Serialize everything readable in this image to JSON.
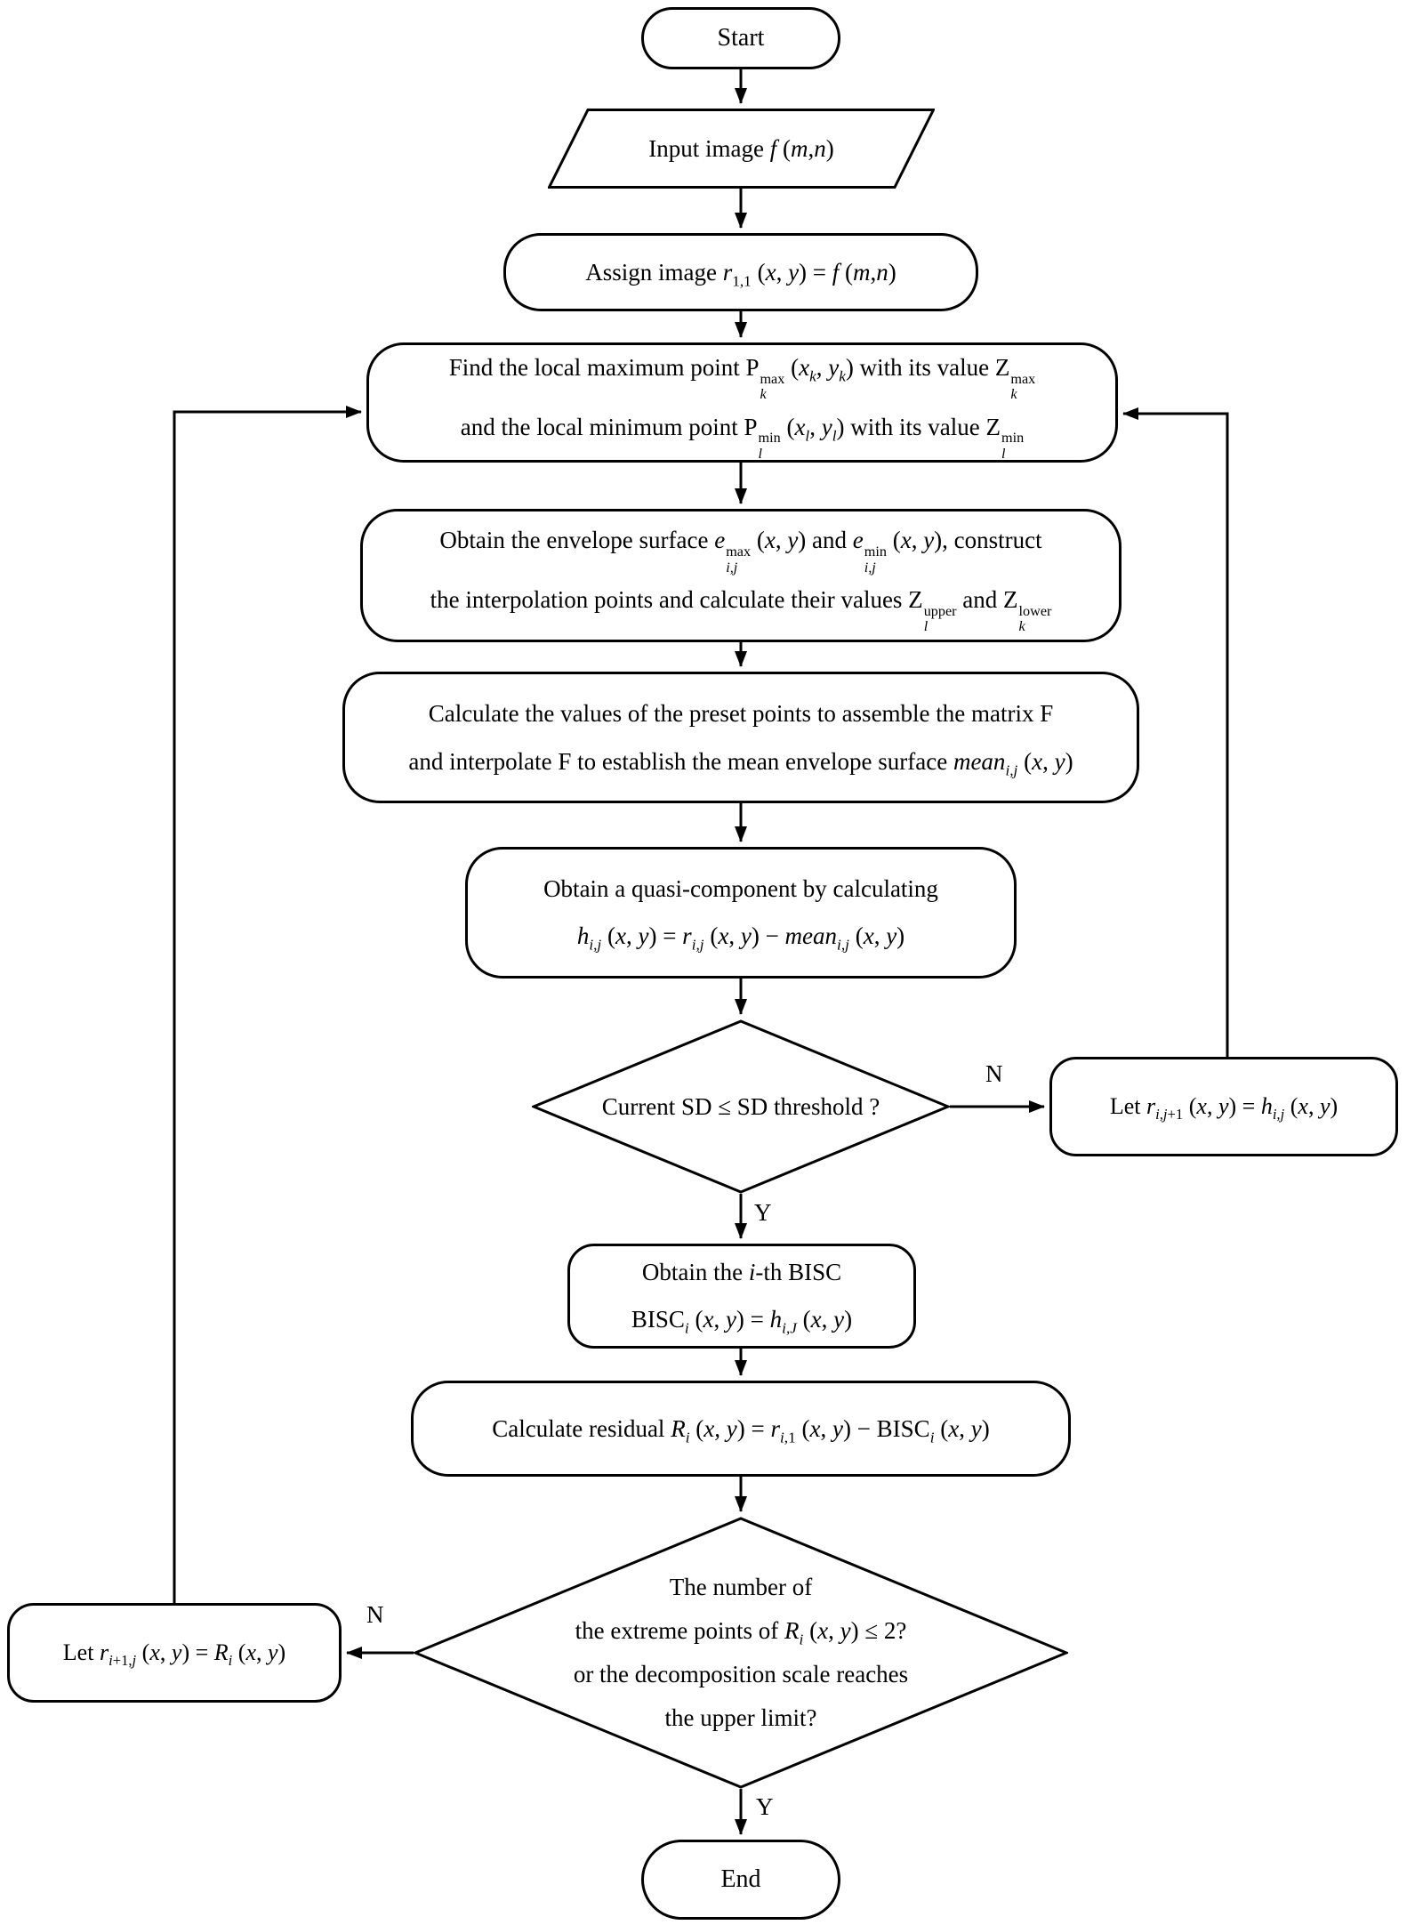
{
  "nodes": {
    "start": {
      "label": "Start"
    },
    "input": {
      "label": "Input image  $f$ ($m$,$n$)"
    },
    "assign": {
      "label": "Assign image  $r$_{1,1} ($x$, $y$) = $f$ ($m$,$n$)"
    },
    "find": {
      "lines": [
        "Find the local maximum point P@{max}{$k$} ($x$_{$k$}, $y$_{$k$})  with its value Z@{max}{$k$}",
        "and the local minimum point P@{min}{$l$} ($x$_{$l$}, $y$_{$l$})  with its value Z@{min}{$l$}"
      ]
    },
    "envelope": {
      "lines": [
        "Obtain the envelope surface $e$@{max}{$i,j$} ($x$, $y$)  and $e$@{min}{$i,j$} ($x$, $y$), construct",
        "the interpolation points and calculate their values Z@{upper}{$l$}  and Z@{lower}{$k$}"
      ]
    },
    "matrix": {
      "lines": [
        "Calculate the values of the preset points to assemble the matrix F",
        "and interpolate F to establish the mean envelope surface $mean$_{$i,j$} ($x$, $y$)"
      ]
    },
    "quasi": {
      "lines": [
        "Obtain a quasi-component by calculating",
        "$h$_{$i,j$} ($x$, $y$) = $r$_{$i,j$} ($x$, $y$) − $mean$_{$i,j$} ($x$, $y$)"
      ]
    },
    "sd_decision": {
      "label": "Current SD ≤ SD threshold ?"
    },
    "let_right": {
      "label": "Let  $r$_{$i,j$+1} ($x$, $y$) = $h$_{$i,j$} ($x$, $y$)"
    },
    "bisc": {
      "lines": [
        "Obtain the $i$-th BISC",
        "BISC_{$i$} ($x$, $y$) = $h$_{$i,J$} ($x$, $y$)"
      ]
    },
    "residual": {
      "label": "Calculate residual  $R$_{$i$} ($x$, $y$) = $r$_{$i$,1} ($x$, $y$) − BISC_{$i$} ($x$, $y$)"
    },
    "stop_decision": {
      "lines": [
        "The number of",
        "the extreme points of $R$_{$i$} ($x$, $y$)  ≤  2?",
        "or the decomposition scale reaches",
        "the upper limit?"
      ]
    },
    "let_left": {
      "label": "Let  $r$_{$i$+1,$j$} ($x$, $y$) = $R$_{$i$} ($x$, $y$)"
    },
    "end": {
      "label": "End"
    }
  },
  "edge_labels": {
    "sd_no": "N",
    "sd_yes": "Y",
    "stop_no": "N",
    "stop_yes": "Y"
  },
  "colors": {
    "stroke": "#000000",
    "background": "#ffffff"
  }
}
